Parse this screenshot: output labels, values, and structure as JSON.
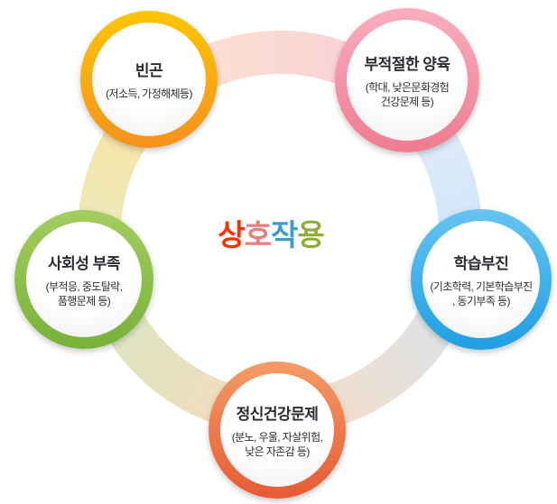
{
  "center_title": {
    "parts": [
      {
        "text": "상",
        "color": "#ff2f00"
      },
      {
        "text": "호",
        "color": "#e57f80"
      },
      {
        "text": "작",
        "color": "#3f9ccb"
      },
      {
        "text": "용",
        "color": "#90ad3a"
      }
    ]
  },
  "circles": [
    {
      "key": "poverty",
      "title": "빈곤",
      "sub_line1": "(저소득, 가정해체등)",
      "border_top": "#fdc504",
      "border_bottom": "#f5921e"
    },
    {
      "key": "inadequate-parenting",
      "title": "부적절한 양육",
      "sub_line1": "(학대, 낮은문화경험",
      "sub_line2": "건강문제 등)",
      "border_top": "#f9aebd",
      "border_bottom": "#ef7b90"
    },
    {
      "key": "learning-difficulty",
      "title": "학습부진",
      "sub_line1": "(기초학력, 기본학습부진",
      "sub_line2": ", 동기부족 등)",
      "border_top": "#66c4f0",
      "border_bottom": "#1f9fe3"
    },
    {
      "key": "mental-health",
      "title": "정신건강문제",
      "sub_line1": "(분노, 우울, 자살위험,",
      "sub_line2": "낮은 자존감 등)",
      "border_top": "#f49c66",
      "border_bottom": "#e75a33"
    },
    {
      "key": "social-deficit",
      "title": "사회성 부족",
      "sub_line1": "(부적응, 중도탈락,",
      "sub_line2": "품행문제 등)",
      "border_top": "#a3cd60",
      "border_bottom": "#77b23a"
    }
  ],
  "ring": {
    "segments": [
      {
        "name": "top",
        "from": "#fbe4ce",
        "to": "#f9ced8"
      },
      {
        "name": "right",
        "from": "#e6eef8",
        "to": "#cae4fa"
      },
      {
        "name": "bottom-right",
        "from": "#d9e5ee",
        "to": "#f7dcc5"
      },
      {
        "name": "bottom-left",
        "from": "#f6dcbe",
        "to": "#d8e7c2"
      },
      {
        "name": "left",
        "from": "#e9ebbe",
        "to": "#fae2a2"
      }
    ]
  }
}
